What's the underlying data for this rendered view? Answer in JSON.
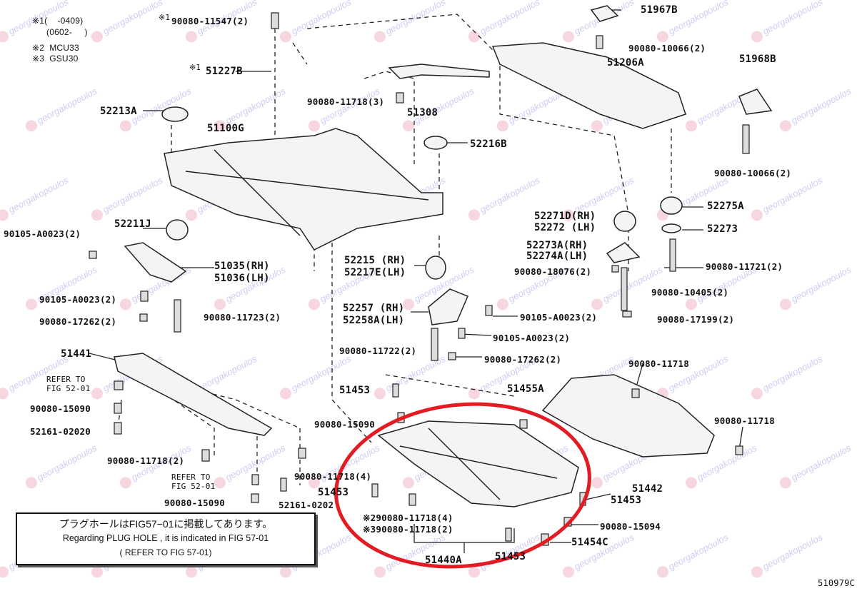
{
  "watermark": "georgakopoulos",
  "figure_code": "510979C",
  "notes": {
    "n1a": "※1(    -0409)",
    "n1b": "(0602-     )",
    "n2": "※2  MCU33",
    "n3": "※3  GSU30"
  },
  "note_box": {
    "jp": "プラグホールはFIG57−01に掲載してあります。",
    "en": "Regarding PLUG HOLE , it is indicated in FIG 57-01",
    "ref": "( REFER TO FIG 57-01)"
  },
  "labels": [
    "※1",
    "90080-11547(2)",
    "51967B",
    "90080-10066(2)",
    "51968B",
    "51206A",
    "※1",
    "51227B",
    "90080-11718(3)",
    "51308",
    "52213A",
    "51100G",
    "52216B",
    "90080-10066(2)",
    "52211J",
    "90105-A0023(2)",
    "52275A",
    "52271D(RH)",
    "52272 (LH)",
    "52273",
    "52273A(RH)",
    "52274A(LH)",
    "51035(RH)",
    "51036(LH)",
    "52215 (RH)",
    "52217E(LH)",
    "90080-18076(2)",
    "90080-11721(2)",
    "90080-10405(2)",
    "90105-A0023(2)",
    "52257 (RH)",
    "52258A(LH)",
    "90080-11723(2)",
    "90105-A0023(2)",
    "90080-17199(2)",
    "90080-17262(2)",
    "90105-A0023(2)",
    "51441",
    "90080-11722(2)",
    "90080-17262(2)",
    "90080-11718",
    "REFER TO",
    "FIG 52-01",
    "51453",
    "51455A",
    "90080-15090",
    "90080-11718",
    "52161-02020",
    "90080-15090",
    "90080-11718(2)",
    "REFER TO",
    "FIG 52-01",
    "90080-11718(4)",
    "51442",
    "51453",
    "51453",
    "90080-15090",
    "52161-0202",
    "※290080-11718(4)",
    "※390080-11718(2)",
    "90080-15094",
    "51454C",
    "51440A",
    "51453"
  ],
  "colors": {
    "highlight": "#e31b23",
    "line": "#222222"
  }
}
